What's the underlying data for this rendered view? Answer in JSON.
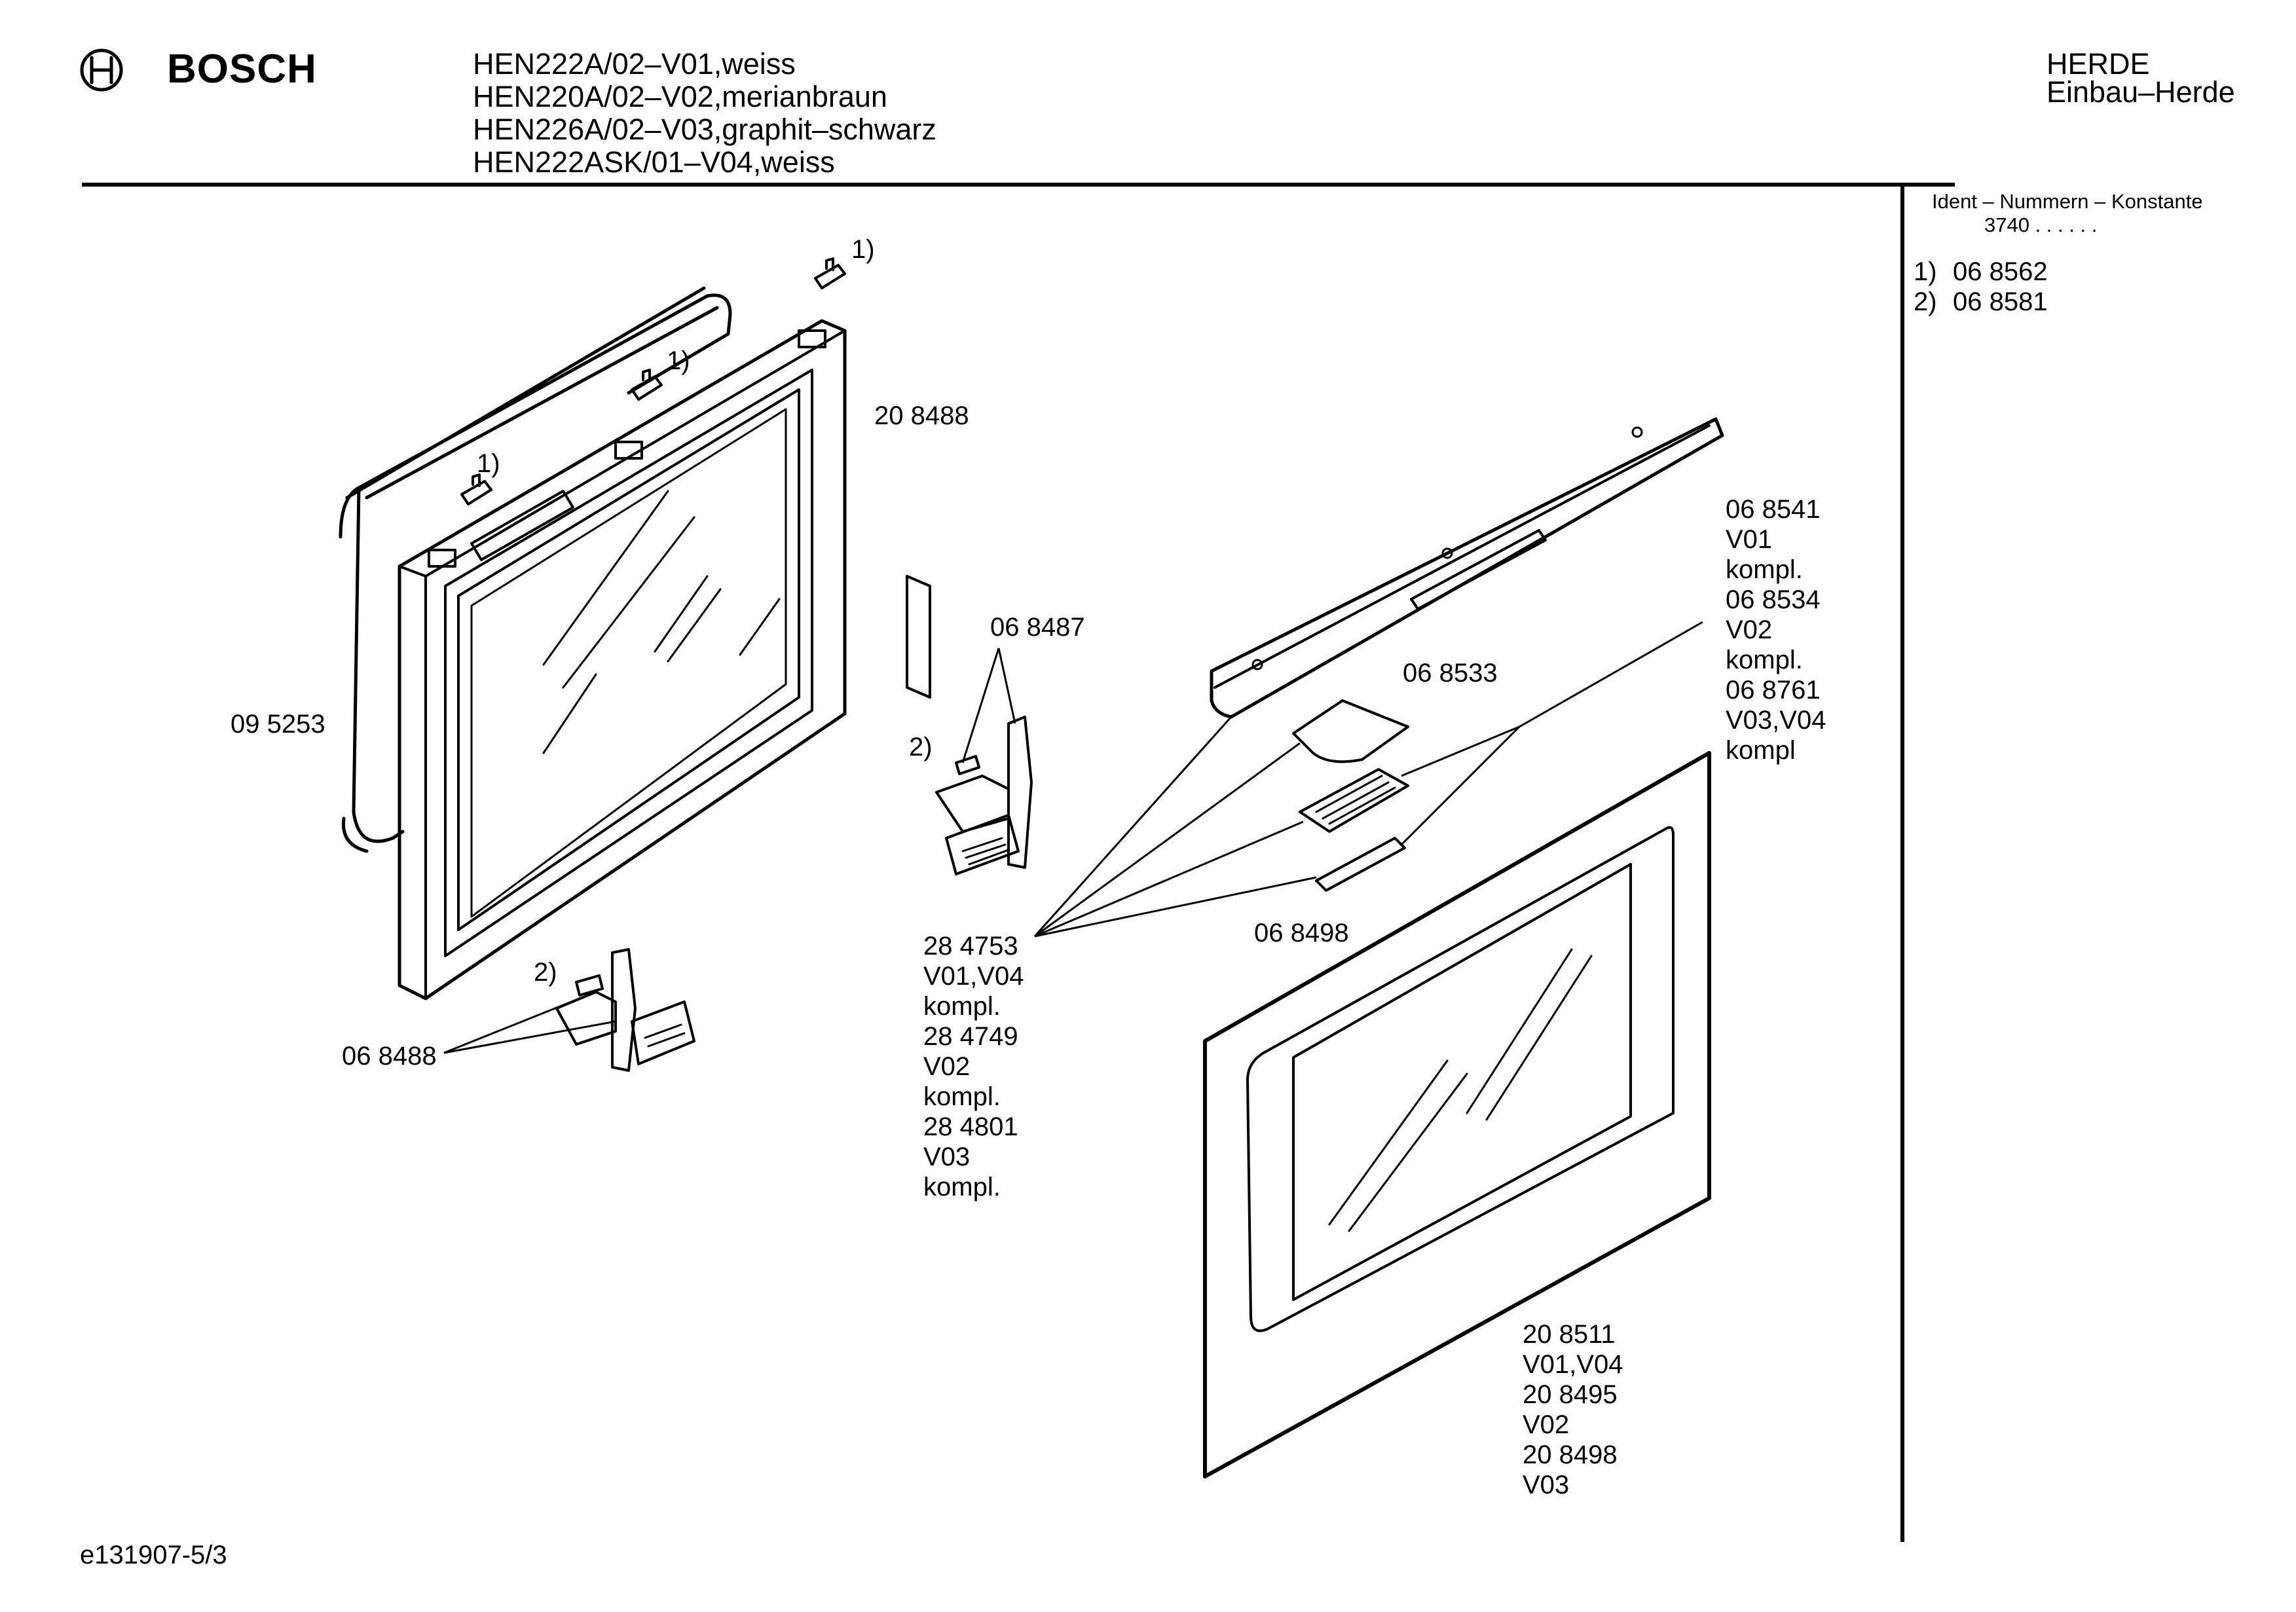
{
  "header": {
    "brand": "BOSCH",
    "models": [
      "HEN222A/02–V01,weiss",
      "HEN220A/02–V02,merianbraun",
      "HEN226A/02–V03,graphit–schwarz",
      "HEN222ASK/01–V04,weiss"
    ],
    "category": "HERDE",
    "subcategory": "Einbau–Herde"
  },
  "sidebar": {
    "title": "Ident – Nummern – Konstante",
    "constant": "3740 . .   . . . .",
    "refs": [
      {
        "marker": "1)",
        "number": "06 8562"
      },
      {
        "marker": "2)",
        "number": "06 8581"
      }
    ]
  },
  "parts": {
    "frame": "20 8488",
    "gasket": "09 5253",
    "hinge_right": "06 8487",
    "hinge_left": "06 8488",
    "handle_cap": "06 8533",
    "handle_grip": "06 8498",
    "handle_bar_block": [
      "06 8541",
      "V01",
      "kompl.",
      "06 8534",
      "V02",
      "kompl.",
      "06 8761",
      "V03,V04",
      "kompl"
    ],
    "handle_set_block": [
      "28 4753",
      "V01,V04",
      "kompl.",
      "28 4749",
      "V02",
      "kompl.",
      "28 4801",
      "V03",
      "kompl."
    ],
    "door_glass_block": [
      "20 8511",
      "V01,V04",
      "20 8495",
      "V02",
      "20 8498",
      "V03"
    ],
    "markers": {
      "one": "1)",
      "two": "2)"
    }
  },
  "footer": {
    "doc_id": "e131907-5/3"
  }
}
